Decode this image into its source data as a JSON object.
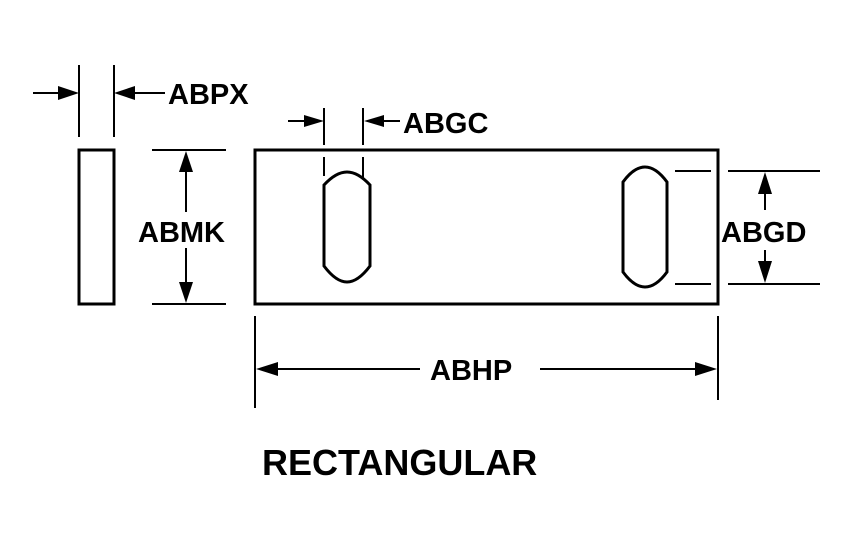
{
  "labels": {
    "thickness": "ABPX",
    "slot_width": "ABGC",
    "height": "ABMK",
    "slot_length": "ABGD",
    "length": "ABHP"
  },
  "caption": "RECTANGULAR",
  "colors": {
    "line": "#000000",
    "background": "#ffffff"
  }
}
